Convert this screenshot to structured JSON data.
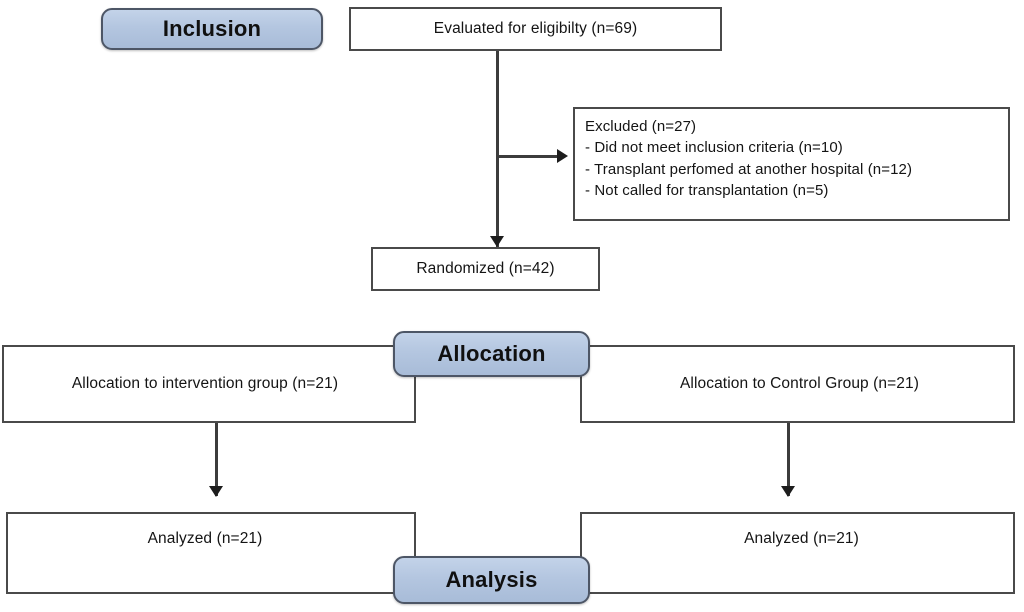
{
  "diagram": {
    "type": "consort-flow-diagram",
    "title": "CONSORT participant flow",
    "colors": {
      "badge_fill": "#b4c6e0",
      "badge_border": "#4d5666",
      "box_border": "#4a4a4a",
      "box_fill": "#ffffff",
      "connector": "#3c3c3c",
      "text": "#141414",
      "background": "#ffffff"
    }
  },
  "stages": {
    "inclusion": "Inclusion",
    "allocation": "Allocation",
    "analysis": "Analysis"
  },
  "nodes": {
    "enrollment": {
      "label": "Evaluated for eligibilty (n=69)",
      "n": 69
    },
    "excluded": {
      "heading": "Excluded (n=27)",
      "n": 27,
      "reasons": [
        "- Did not meet inclusion criteria (n=10)",
        "- Transplant perfomed at another hospital (n=12)",
        "- Not called for transplantation (n=5)"
      ],
      "reason_counts": [
        10,
        12,
        5
      ]
    },
    "randomized": {
      "label": "Randomized (n=42)",
      "n": 42
    },
    "allocation_intervention": {
      "label": "Allocation to intervention group (n=21)",
      "n": 21
    },
    "allocation_control": {
      "label": "Allocation to Control Group (n=21)",
      "n": 21
    },
    "analyzed_intervention": {
      "label": "Analyzed (n=21)",
      "n": 21
    },
    "analyzed_control": {
      "label": "Analyzed (n=21)",
      "n": 21
    }
  }
}
